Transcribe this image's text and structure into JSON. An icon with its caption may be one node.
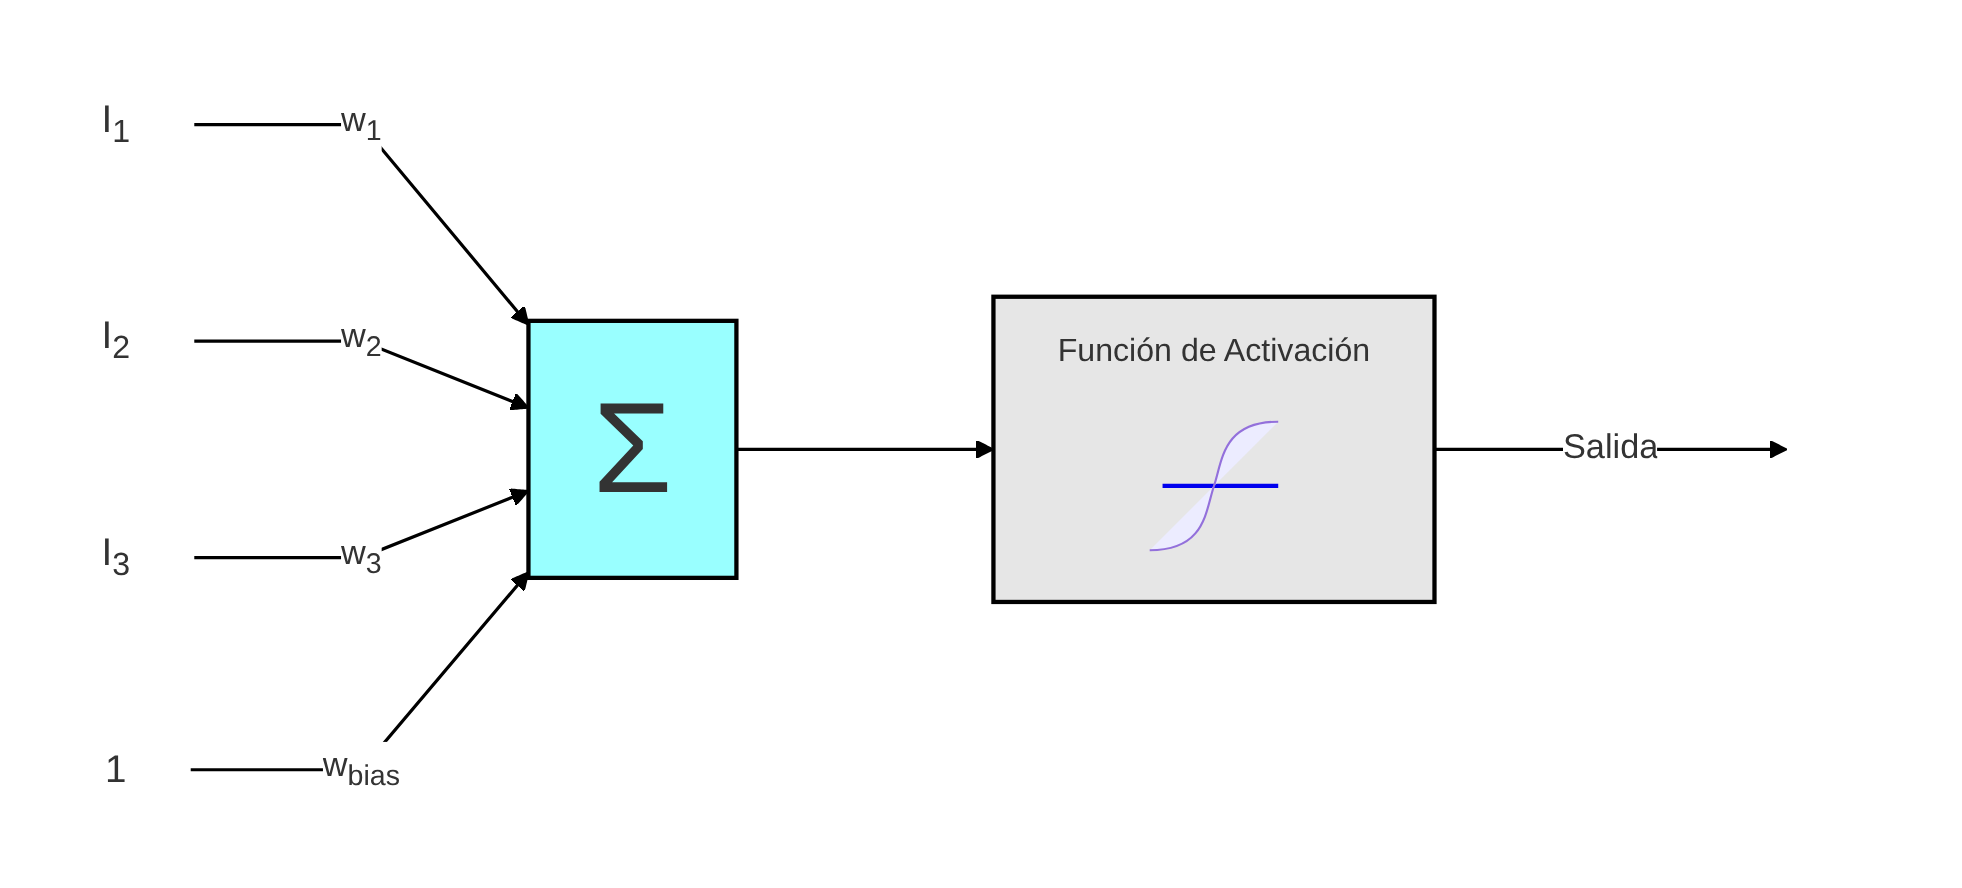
{
  "diagram": {
    "nodes": [
      {
        "text": [
          "I$_{1}$"
        ]
      },
      {
        "text": [
          "I$_{2}$"
        ]
      },
      {
        "text": [
          "I$_{3}$"
        ]
      },
      {
        "text": [
          "1"
        ]
      },
      {
        "text": [
          "Σ"
        ]
      },
      {
        "text": [
          "Función de Activación"
        ]
      }
    ],
    "edges": [
      {
        "from": 0,
        "to": 4,
        "arrow": "to",
        "label": "w$_{1}$"
      },
      {
        "from": 1,
        "to": 4,
        "arrow": "to",
        "label": "w$_{2}$"
      },
      {
        "from": 2,
        "to": 4,
        "arrow": "to",
        "label": "w$_{3}$"
      },
      {
        "from": 3,
        "to": 4,
        "arrow": "to",
        "label": "w$_{bias}$"
      },
      {
        "from": 4,
        "to": 5,
        "arrow": "to"
      },
      {
        "from": 5,
        "to": null,
        "arrow": "to",
        "label": "Salida"
      }
    ]
  }
}
